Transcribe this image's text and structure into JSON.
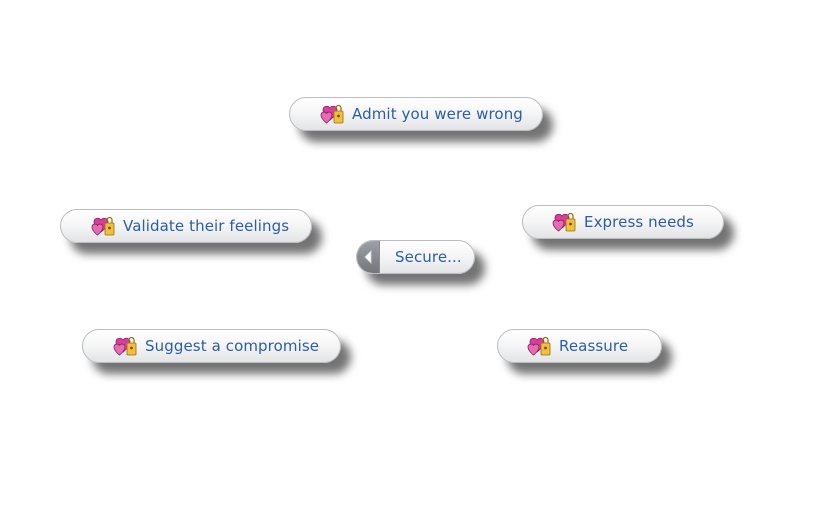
{
  "pie_menu": {
    "center": {
      "label": "Secure...",
      "icon": "back-arrow-icon"
    },
    "options": [
      {
        "id": "admit",
        "label": "Admit you were wrong",
        "icon": "romance-moodlet-icon"
      },
      {
        "id": "validate",
        "label": "Validate their feelings",
        "icon": "romance-moodlet-icon"
      },
      {
        "id": "express",
        "label": "Express needs",
        "icon": "romance-moodlet-icon"
      },
      {
        "id": "suggest",
        "label": "Suggest a compromise",
        "icon": "romance-moodlet-icon"
      },
      {
        "id": "reassure",
        "label": "Reassure",
        "icon": "romance-moodlet-icon"
      }
    ]
  },
  "colors": {
    "label_text": "#2c5dab",
    "button_border": "#b9bcc0",
    "moodlet_pink": "#d6409a",
    "moodlet_gold": "#f1c03a"
  }
}
